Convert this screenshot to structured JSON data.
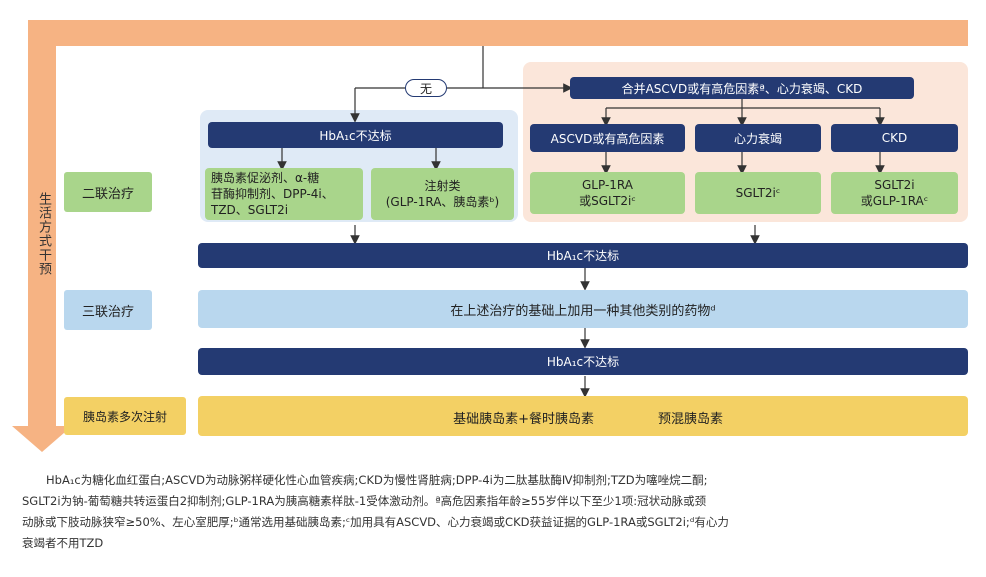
{
  "side_label": "生活方式干预",
  "rows": {
    "dual": "二联治疗",
    "triple": "三联治疗",
    "insulin": "胰岛素多次注射"
  },
  "branch_none": "无",
  "branch_comorbid": "合并ASCVD或有高危因素ª、心力衰竭、CKD",
  "left_panel": {
    "header": "HbA₁c不达标",
    "oral": [
      "胰岛素促泌剂、α-糖",
      "苷酶抑制剂、DPP-4i、",
      "TZD、SGLT2i"
    ],
    "injection": [
      "注射类",
      "(GLP-1RA、胰岛素ᵇ)"
    ]
  },
  "right_panel": {
    "headers": [
      "ASCVD或有高危因素",
      "心力衰竭",
      "CKD"
    ],
    "drugs": [
      [
        "GLP-1RA",
        "或SGLT2iᶜ"
      ],
      [
        "SGLT2iᶜ"
      ],
      [
        "SGLT2i",
        "或GLP-1RAᶜ"
      ]
    ]
  },
  "not_at_target_1": "HbA₁c不达标",
  "triple_text": "在上述治疗的基础上加用一种其他类别的药物ᵈ",
  "not_at_target_2": "HbA₁c不达标",
  "insulin_left": "基础胰岛素+餐时胰岛素",
  "insulin_right": "预混胰岛素",
  "footnote": [
    "HbA₁c为糖化血红蛋白;ASCVD为动脉粥样硬化性心血管疾病;CKD为慢性肾脏病;DPP-4i为二肽基肽酶Ⅳ抑制剂;TZD为噻唑烷二酮;",
    "SGLT2i为钠-葡萄糖共转运蛋白2抑制剂;GLP-1RA为胰高糖素样肽-1受体激动剂。ª高危因素指年龄≥55岁伴以下至少1项:冠状动脉或颈",
    "动脉或下肢动脉狭窄≥50%、左心室肥厚;ᵇ通常选用基础胰岛素;ᶜ加用具有ASCVD、心力衰竭或CKD获益证据的GLP-1RA或SGLT2i;ᵈ有心力",
    "衰竭者不用TZD"
  ],
  "colors": {
    "lifestyle": "#f6b383",
    "navy": "#243a73",
    "green": "#a9d58b",
    "light_blue": "#b9d7ee",
    "gold": "#f3d064"
  }
}
